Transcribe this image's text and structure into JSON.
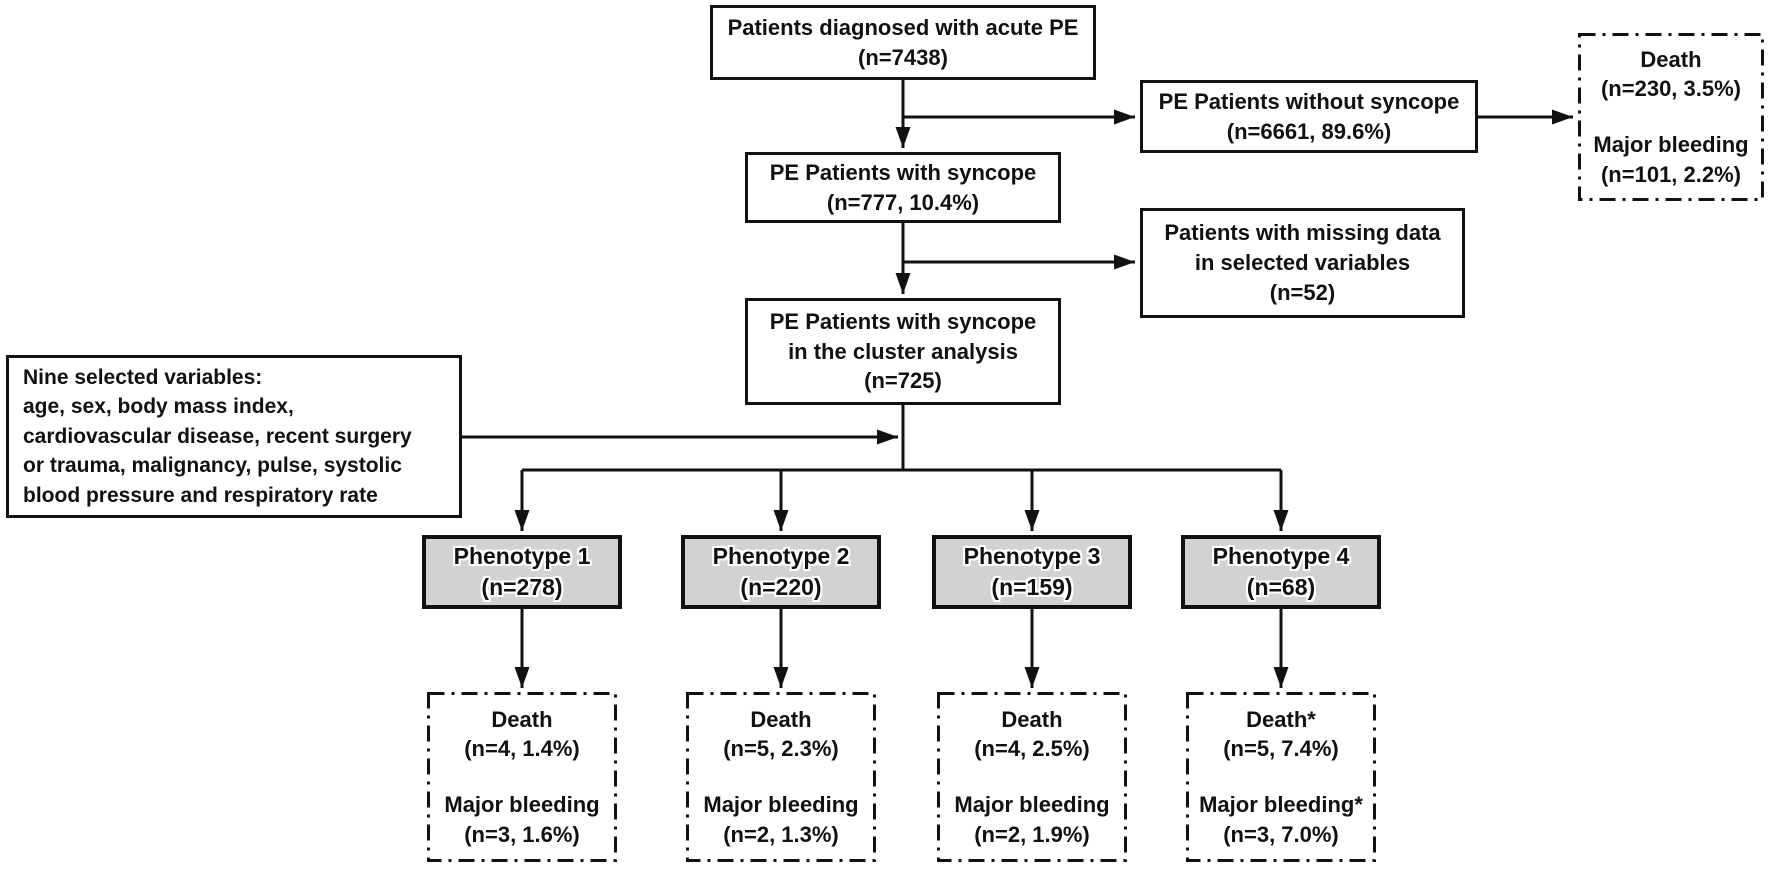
{
  "figure": {
    "background": "#ffffff",
    "line_color": "#111111",
    "phenotype_fill": "#d2d2d2",
    "text_color": "#111111"
  },
  "nodes": {
    "diagnosed": {
      "lines": [
        "Patients diagnosed with acute PE",
        "(n=7438)"
      ]
    },
    "without_syncope": {
      "lines": [
        "PE Patients without syncope",
        "(n=6661, 89.6%)"
      ]
    },
    "outcome_no_syncope": {
      "groups": [
        {
          "label": "Death",
          "value": "(n=230, 3.5%)"
        },
        {
          "label": "Major bleeding",
          "value": "(n=101, 2.2%)"
        }
      ]
    },
    "with_syncope": {
      "lines": [
        "PE Patients with syncope",
        "(n=777, 10.4%)"
      ]
    },
    "missing_data": {
      "lines": [
        "Patients with missing data",
        "in selected variables",
        "(n=52)"
      ]
    },
    "cluster": {
      "lines": [
        "PE Patients with syncope",
        "in the cluster analysis",
        "(n=725)"
      ]
    },
    "variables": {
      "lines": [
        "Nine selected variables:",
        "age, sex, body mass index,",
        "cardiovascular disease, recent surgery",
        "or trauma, malignancy, pulse, systolic",
        "blood pressure and respiratory rate"
      ]
    },
    "phenotypes": [
      {
        "lines": [
          "Phenotype 1",
          "(n=278)"
        ]
      },
      {
        "lines": [
          "Phenotype 2",
          "(n=220)"
        ]
      },
      {
        "lines": [
          "Phenotype 3",
          "(n=159)"
        ]
      },
      {
        "lines": [
          "Phenotype 4",
          "(n=68)"
        ]
      }
    ],
    "outcomes": [
      {
        "groups": [
          {
            "label": "Death",
            "value": "(n=4, 1.4%)"
          },
          {
            "label": "Major bleeding",
            "value": "(n=3, 1.6%)"
          }
        ]
      },
      {
        "groups": [
          {
            "label": "Death",
            "value": "(n=5, 2.3%)"
          },
          {
            "label": "Major bleeding",
            "value": "(n=2, 1.3%)"
          }
        ]
      },
      {
        "groups": [
          {
            "label": "Death",
            "value": "(n=4, 2.5%)"
          },
          {
            "label": "Major bleeding",
            "value": "(n=2, 1.9%)"
          }
        ]
      },
      {
        "groups": [
          {
            "label": "Death*",
            "value": "(n=5, 7.4%)"
          },
          {
            "label": "Major bleeding*",
            "value": "(n=3, 7.0%)"
          }
        ]
      }
    ]
  }
}
